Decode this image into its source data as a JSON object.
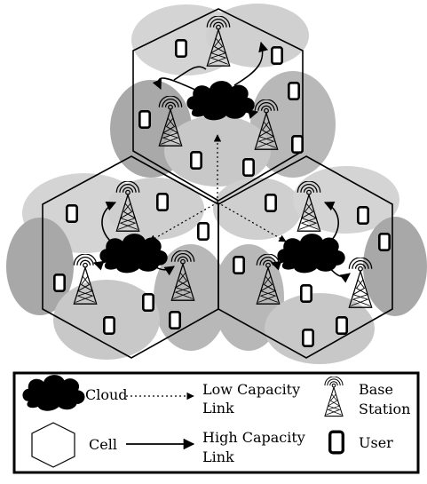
{
  "legend": {
    "cloud_label": "Cloud",
    "cell_label": "Cell",
    "low_capacity_line1": "Low Capacity",
    "low_capacity_line2": "Link",
    "high_capacity_line1": "High Capacity",
    "high_capacity_line2": "Link",
    "base_station_line1": "Base",
    "base_station_line2": "Station",
    "user_label": "User"
  },
  "diagram": {
    "cell_count": 3,
    "base_stations_per_cell": 3,
    "link_types": [
      "low-capacity",
      "high-capacity"
    ],
    "colors": {
      "coverage_light": "#d4d4d4",
      "coverage_mid": "#b8b8b8",
      "coverage_dark": "#a0a0a0",
      "outline": "#000000",
      "device": "#000000"
    }
  }
}
